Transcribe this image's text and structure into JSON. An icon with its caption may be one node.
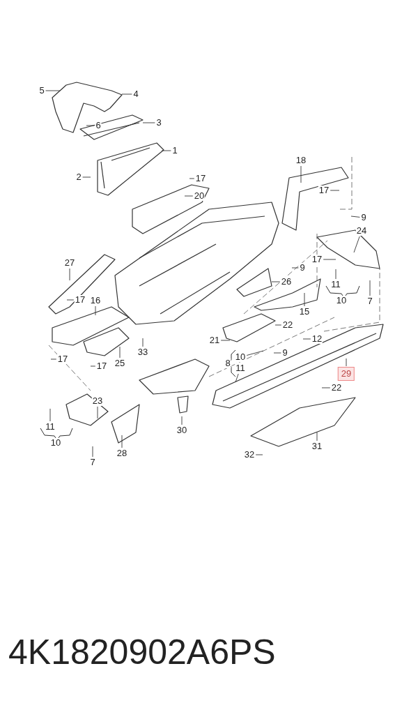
{
  "diagram": {
    "nodes": [
      {
        "text": [
          "5"
        ]
      },
      {
        "text": [
          "4"
        ]
      },
      {
        "text": [
          "6"
        ]
      },
      {
        "text": [
          "3"
        ]
      },
      {
        "text": [
          "1"
        ]
      },
      {
        "text": [
          "2"
        ]
      },
      {
        "text": [
          "17"
        ]
      },
      {
        "text": [
          "20"
        ]
      },
      {
        "text": [
          "18"
        ]
      },
      {
        "text": [
          "17"
        ]
      },
      {
        "text": [
          "9"
        ]
      },
      {
        "text": [
          "24"
        ]
      },
      {
        "text": [
          "17"
        ]
      },
      {
        "text": [
          "9"
        ]
      },
      {
        "text": [
          "27"
        ]
      },
      {
        "text": [
          "26"
        ]
      },
      {
        "text": [
          "11"
        ]
      },
      {
        "text": [
          "16"
        ]
      },
      {
        "text": [
          "17"
        ]
      },
      {
        "text": [
          "7"
        ]
      },
      {
        "text": [
          "15"
        ]
      },
      {
        "text": [
          "22"
        ]
      },
      {
        "text": [
          "12"
        ]
      },
      {
        "text": [
          "21"
        ]
      },
      {
        "text": [
          "17"
        ]
      },
      {
        "text": [
          "9"
        ]
      },
      {
        "text": [
          "33"
        ]
      },
      {
        "text": [
          "10"
        ]
      },
      {
        "text": [
          "11"
        ]
      },
      {
        "text": [
          "17"
        ]
      },
      {
        "text": [
          "25"
        ]
      },
      {
        "text": [
          "29"
        ]
      },
      {
        "text": [
          "22"
        ]
      },
      {
        "text": [
          "23"
        ]
      },
      {
        "text": [
          "11"
        ]
      },
      {
        "text": [
          "30"
        ]
      },
      {
        "text": [
          "31"
        ]
      },
      {
        "text": [
          "28"
        ]
      },
      {
        "text": [
          "32"
        ]
      },
      {
        "text": [
          "7"
        ]
      },
      {
        "text": [
          "10"
        ]
      },
      {
        "text": [
          "8"
        ]
      },
      {
        "text": [
          "10"
        ]
      }
    ],
    "edges": [
      {
        "from": 0,
        "to": null,
        "arrow": "none"
      },
      {
        "from": 1,
        "to": null,
        "arrow": "none"
      },
      {
        "from": 2,
        "to": null,
        "arrow": "none"
      },
      {
        "from": 3,
        "to": null,
        "arrow": "none"
      },
      {
        "from": 4,
        "to": null,
        "arrow": "none"
      },
      {
        "from": 5,
        "to": null,
        "arrow": "none"
      },
      {
        "from": 6,
        "to": null,
        "arrow": "none"
      },
      {
        "from": 7,
        "to": null,
        "arrow": "none"
      },
      {
        "from": 8,
        "to": null,
        "arrow": "none"
      },
      {
        "from": 9,
        "to": null,
        "arrow": "none"
      },
      {
        "from": 10,
        "to": null,
        "arrow": "none"
      },
      {
        "from": 11,
        "to": null,
        "arrow": "none"
      },
      {
        "from": 12,
        "to": null,
        "arrow": "none"
      },
      {
        "from": 13,
        "to": null,
        "arrow": "none"
      },
      {
        "from": 14,
        "to": null,
        "arrow": "none"
      },
      {
        "from": 15,
        "to": null,
        "arrow": "none"
      },
      {
        "from": 16,
        "to": null,
        "arrow": "none"
      },
      {
        "from": 17,
        "to": null,
        "arrow": "none"
      },
      {
        "from": 18,
        "to": null,
        "arrow": "none"
      },
      {
        "from": 19,
        "to": null,
        "arrow": "none"
      },
      {
        "from": 20,
        "to": null,
        "arrow": "none"
      },
      {
        "from": 21,
        "to": null,
        "arrow": "none"
      },
      {
        "from": 22,
        "to": null,
        "arrow": "none"
      },
      {
        "from": 23,
        "to": null,
        "arrow": "none"
      },
      {
        "from": 24,
        "to": null,
        "arrow": "none"
      },
      {
        "from": 25,
        "to": null,
        "arrow": "none"
      },
      {
        "from": 26,
        "to": null,
        "arrow": "none"
      },
      {
        "from": 27,
        "to": null,
        "arrow": "none"
      },
      {
        "from": 28,
        "to": null,
        "arrow": "none"
      },
      {
        "from": 29,
        "to": null,
        "arrow": "none"
      },
      {
        "from": 30,
        "to": null,
        "arrow": "none"
      },
      {
        "from": 31,
        "to": null,
        "arrow": "none"
      },
      {
        "from": 32,
        "to": null,
        "arrow": "none"
      },
      {
        "from": 33,
        "to": null,
        "arrow": "none"
      },
      {
        "from": 34,
        "to": null,
        "arrow": "none"
      },
      {
        "from": 35,
        "to": null,
        "arrow": "none"
      },
      {
        "from": 36,
        "to": null,
        "arrow": "none"
      },
      {
        "from": 37,
        "to": null,
        "arrow": "none"
      },
      {
        "from": 38,
        "to": null,
        "arrow": "none"
      },
      {
        "from": 39,
        "to": null,
        "arrow": "none"
      }
    ],
    "labels": [
      "4K1820902A6PS"
    ]
  }
}
